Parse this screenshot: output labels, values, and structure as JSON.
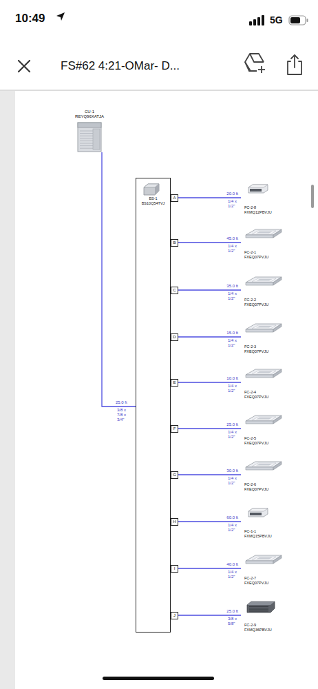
{
  "diagram": {
    "nodes": [
      {
        "text": [
          "CU-1",
          "REYQ96XATJA"
        ]
      },
      {
        "text": [
          "BS-1",
          "BS10Q54TVJ"
        ]
      },
      {
        "text": [
          "A"
        ],
        "in": 1
      },
      {
        "text": [
          "B"
        ],
        "in": 1
      },
      {
        "text": [
          "C"
        ],
        "in": 1
      },
      {
        "text": [
          "D"
        ],
        "in": 1
      },
      {
        "text": [
          "E"
        ],
        "in": 1
      },
      {
        "text": [
          "F"
        ],
        "in": 1
      },
      {
        "text": [
          "G"
        ],
        "in": 1
      },
      {
        "text": [
          "H"
        ],
        "in": 1
      },
      {
        "text": [
          "I"
        ],
        "in": 1
      },
      {
        "text": [
          "J"
        ],
        "in": 1
      },
      {
        "text": [
          "FC-2-8",
          "FXMQ12PBVJU"
        ]
      },
      {
        "text": [
          "FC-2-1",
          "FXEQ07PVJU"
        ]
      },
      {
        "text": [
          "FC-2-2",
          "FXEQ07PVJU"
        ]
      },
      {
        "text": [
          "FC-2-3",
          "FXEQ07PVJU"
        ]
      },
      {
        "text": [
          "FC-2-4",
          "FXEQ07PVJU"
        ]
      },
      {
        "text": [
          "FC-2-5",
          "FXEQ07PVJU"
        ]
      },
      {
        "text": [
          "FC-2-6",
          "FXEQ07PVJU"
        ]
      },
      {
        "text": [
          "FC-1-1",
          "FXMQ15PBVJU"
        ]
      },
      {
        "text": [
          "FC-2-7",
          "FXEQ07PVJU"
        ]
      },
      {
        "text": [
          "FC-2-9",
          "FXMQ36PBVJU"
        ]
      }
    ],
    "edges": [
      {
        "from": 0,
        "to": 1,
        "arrow": "none",
        "label": "25.0 ft"
      },
      {
        "from": 2,
        "to": 12,
        "arrow": "none",
        "label": "20.0 ft"
      },
      {
        "from": 3,
        "to": 13,
        "arrow": "none",
        "label": "45.0 ft"
      },
      {
        "from": 4,
        "to": 14,
        "arrow": "none",
        "label": "35.0 ft"
      },
      {
        "from": 5,
        "to": 15,
        "arrow": "none",
        "label": "15.0 ft"
      },
      {
        "from": 6,
        "to": 16,
        "arrow": "none",
        "label": "10.0 ft"
      },
      {
        "from": 7,
        "to": 17,
        "arrow": "none",
        "label": "25.0 ft"
      },
      {
        "from": 8,
        "to": 18,
        "arrow": "none",
        "label": "30.0 ft"
      },
      {
        "from": 9,
        "to": 19,
        "arrow": "none",
        "label": "60.0 ft"
      },
      {
        "from": 10,
        "to": 20,
        "arrow": "none",
        "label": "40.0 ft"
      },
      {
        "from": 11,
        "to": 21,
        "arrow": "none",
        "label": "25.0 ft"
      }
    ],
    "labels": [
      "10:49",
      "5G",
      "FS#62 4:21-OMar- D...",
      "3/8 x 7/8 x 3/4\"",
      "1/4 x 1/2\"",
      "1/4 x 1/2\"",
      "1/4 x 1/2\"",
      "1/4 x 1/2\"",
      "1/4 x 1/2\"",
      "1/4 x 1/2\"",
      "1/4 x 1/2\"",
      "1/4 x 1/2\"",
      "1/4 x 1/2\"",
      "3/8 x 5/8\""
    ]
  }
}
